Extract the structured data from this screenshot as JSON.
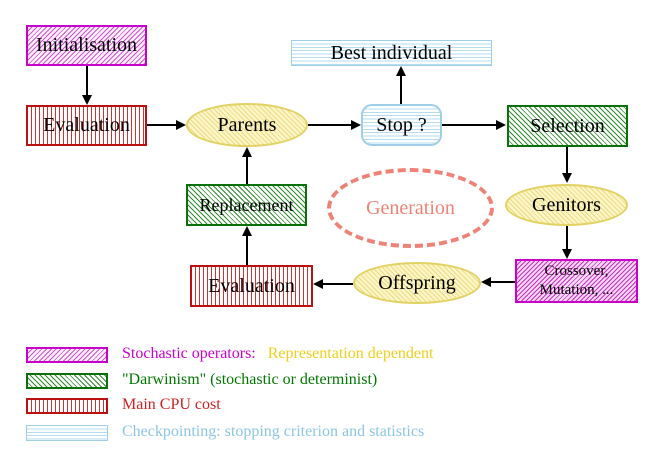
{
  "diagram": {
    "type": "flowchart-evolutionary-algorithm",
    "nodes": {
      "initialisation": {
        "label": "Initialisation",
        "pattern": "magenta-diagonal-hatch"
      },
      "evaluation_top": {
        "label": "Evaluation",
        "pattern": "red-vertical-stripes"
      },
      "parents": {
        "label": "Parents",
        "pattern": "yellow-hatch-ellipse"
      },
      "best_individual": {
        "label": "Best individual",
        "pattern": "cyan-horizontal-stripes"
      },
      "stop": {
        "label": "Stop ?",
        "pattern": "cyan-horizontal-stripes"
      },
      "selection": {
        "label": "Selection",
        "pattern": "green-diagonal-hatch"
      },
      "replacement": {
        "label": "Replacement",
        "pattern": "green-diagonal-hatch"
      },
      "generation": {
        "label": "Generation",
        "pattern": "salmon-dashed-ellipse"
      },
      "genitors": {
        "label": "Genitors",
        "pattern": "yellow-hatch-ellipse"
      },
      "crossover_mutation": {
        "label_line1": "Crossover,",
        "label_line2": "Mutation, ...",
        "pattern": "magenta-diagonal-hatch"
      },
      "offspring": {
        "label": "Offspring",
        "pattern": "yellow-hatch-ellipse"
      },
      "evaluation_bottom": {
        "label": "Evaluation",
        "pattern": "red-vertical-stripes"
      }
    },
    "edges": [
      {
        "from": "initialisation",
        "to": "evaluation_top",
        "direction": "down"
      },
      {
        "from": "evaluation_top",
        "to": "parents",
        "direction": "right"
      },
      {
        "from": "parents",
        "to": "stop",
        "direction": "right"
      },
      {
        "from": "stop",
        "to": "best_individual",
        "direction": "up"
      },
      {
        "from": "stop",
        "to": "selection",
        "direction": "right"
      },
      {
        "from": "selection",
        "to": "genitors",
        "direction": "down"
      },
      {
        "from": "genitors",
        "to": "crossover_mutation",
        "direction": "down"
      },
      {
        "from": "crossover_mutation",
        "to": "offspring",
        "direction": "left"
      },
      {
        "from": "offspring",
        "to": "evaluation_bottom",
        "direction": "left"
      },
      {
        "from": "evaluation_bottom",
        "to": "replacement",
        "direction": "up"
      },
      {
        "from": "replacement",
        "to": "parents",
        "direction": "up"
      }
    ]
  },
  "legend": {
    "items": [
      {
        "swatch": "magenta-diagonal-hatch",
        "label": "Stochastic operators:",
        "label_color": "#cc00cc",
        "suffix": "Representation dependent",
        "suffix_color": "#eecf1e"
      },
      {
        "swatch": "green-diagonal-hatch",
        "label": "\"Darwinism\" (stochastic or determinist)",
        "label_color": "#007700"
      },
      {
        "swatch": "red-vertical-stripes",
        "label": "Main CPU cost",
        "label_color": "#cc2222"
      },
      {
        "swatch": "cyan-horizontal-stripes",
        "label": "Checkpointing: stopping criterion and statistics",
        "label_color": "#8cc6e6"
      }
    ]
  },
  "colors": {
    "stochastic_magenta": "#c800c8",
    "main_cpu_red": "#bb1111",
    "darwinism_green": "#0a700a",
    "checkpointing_cyan": "#9fcfe8",
    "population_yellow_border": "#e2d264",
    "population_yellow_fill": "#fcf5c6",
    "generation_salmon": "#ef8276",
    "arrow_black": "#000000",
    "background": "#ffffff"
  }
}
